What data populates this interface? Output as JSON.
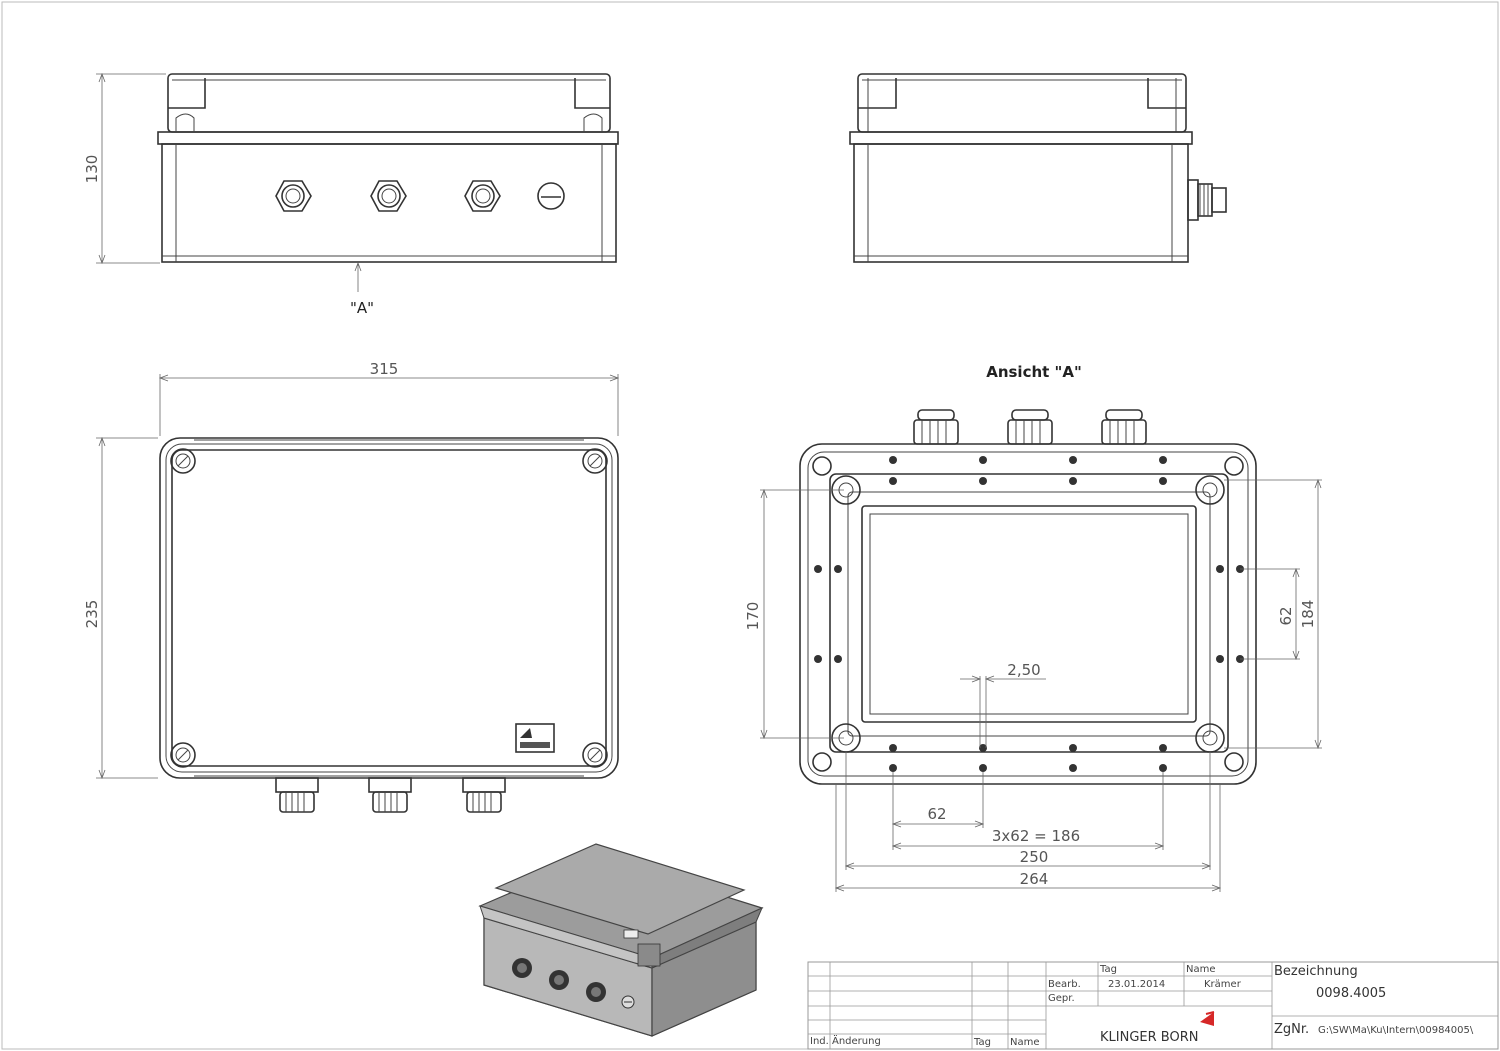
{
  "views": {
    "view_a_marker": "\"A\"",
    "ansicht_title": "Ansicht \"A\""
  },
  "dimensions": {
    "front_height": "130",
    "top_width": "315",
    "top_depth": "235",
    "base_170": "170",
    "base_62_right": "62",
    "base_184": "184",
    "base_2_50": "2,50",
    "base_62_bottom": "62",
    "base_3x62": "3x62 = 186",
    "base_250": "250",
    "base_264": "264"
  },
  "title_block": {
    "col_tag": "Tag",
    "col_name": "Name",
    "bearb_label": "Bearb.",
    "bearb_date": "23.01.2014",
    "bearb_name": "Krämer",
    "gepr_label": "Gepr.",
    "bezeichnung_label": "Bezeichnung",
    "bezeichnung_value": "0098.4005",
    "zgnr_label": "ZgNr.",
    "zgnr_value": "G:\\SW\\Ma\\Ku\\Intern\\00984005\\",
    "company": "KLINGER BORN",
    "ind_label": "Ind.",
    "aenderung_label": "Änderung",
    "tag_bottom": "Tag",
    "name_bottom": "Name"
  },
  "colors": {
    "line": "#333333",
    "logo_red": "#d62828",
    "box_3d": "#9a9a9a"
  }
}
